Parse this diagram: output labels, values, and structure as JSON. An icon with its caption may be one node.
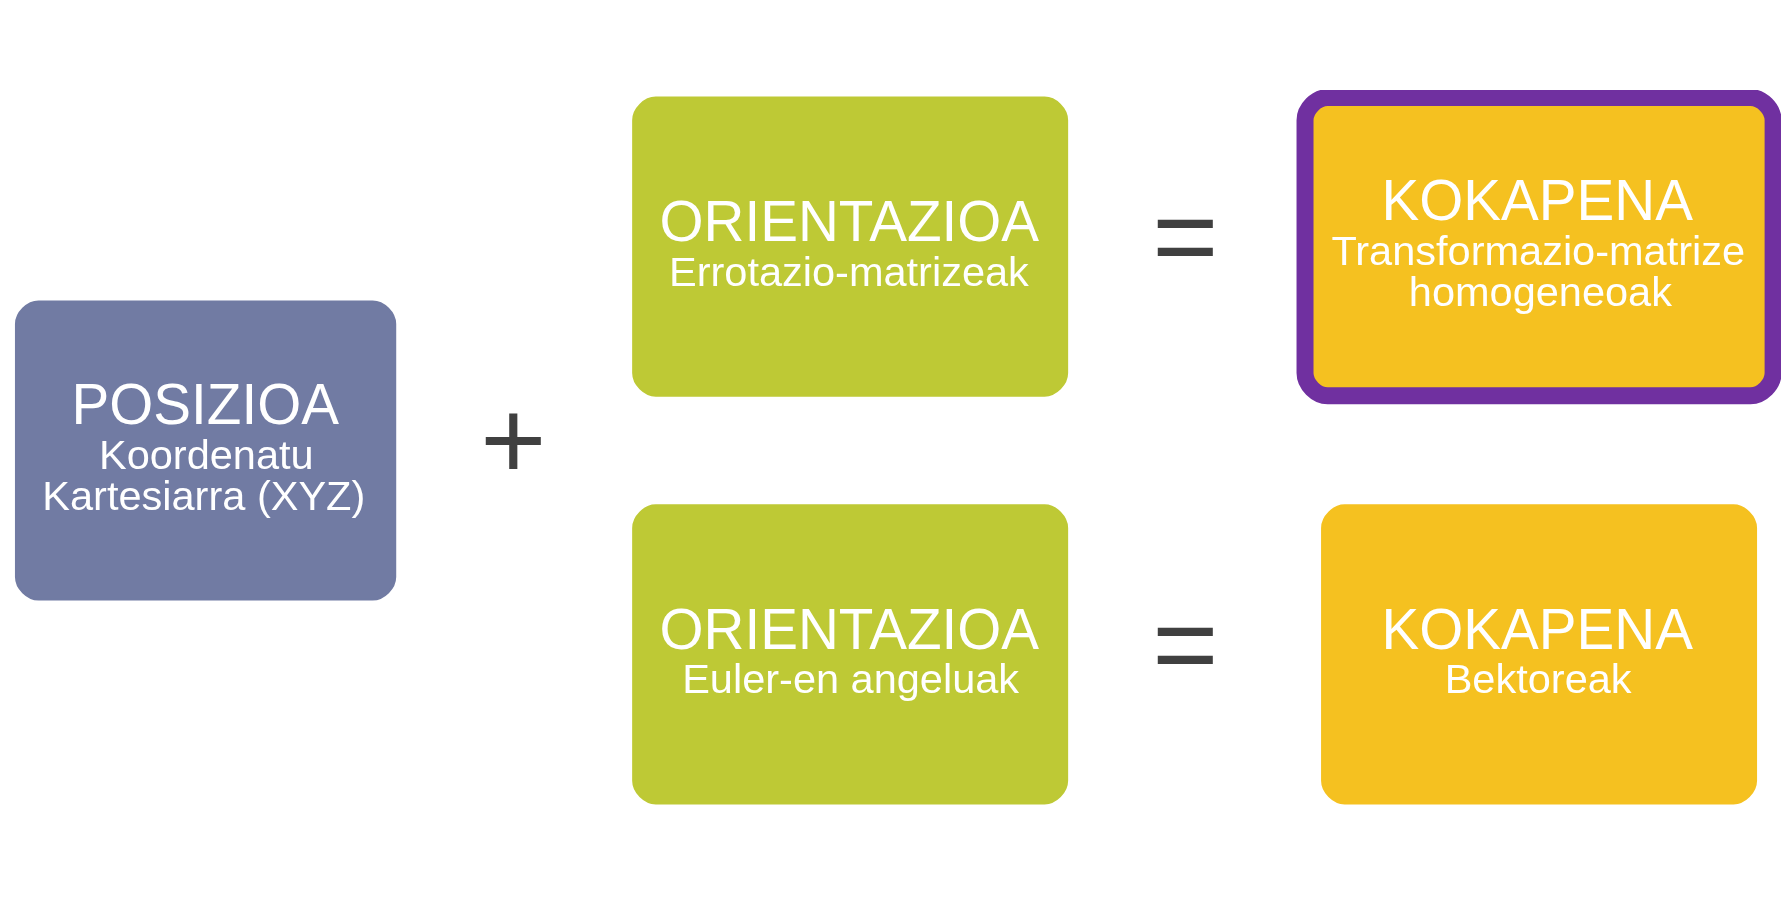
{
  "diagram": {
    "nodes": [
      {
        "text": [
          "POSIZIOA",
          "Koordenatu Kartesiarra (XYZ)"
        ]
      },
      {
        "text": [
          "ORIENTAZIOA",
          "Errotazio-matrizeak"
        ]
      },
      {
        "text": [
          "KOKAPENA",
          "Transformazio-matrize homogeneoak"
        ]
      },
      {
        "text": [
          "ORIENTAZIOA",
          "Euler-en angeluak"
        ]
      },
      {
        "text": [
          "KOKAPENA",
          "Bektoreak"
        ]
      }
    ],
    "edges": [],
    "labels": [
      "=",
      "+",
      "="
    ]
  }
}
